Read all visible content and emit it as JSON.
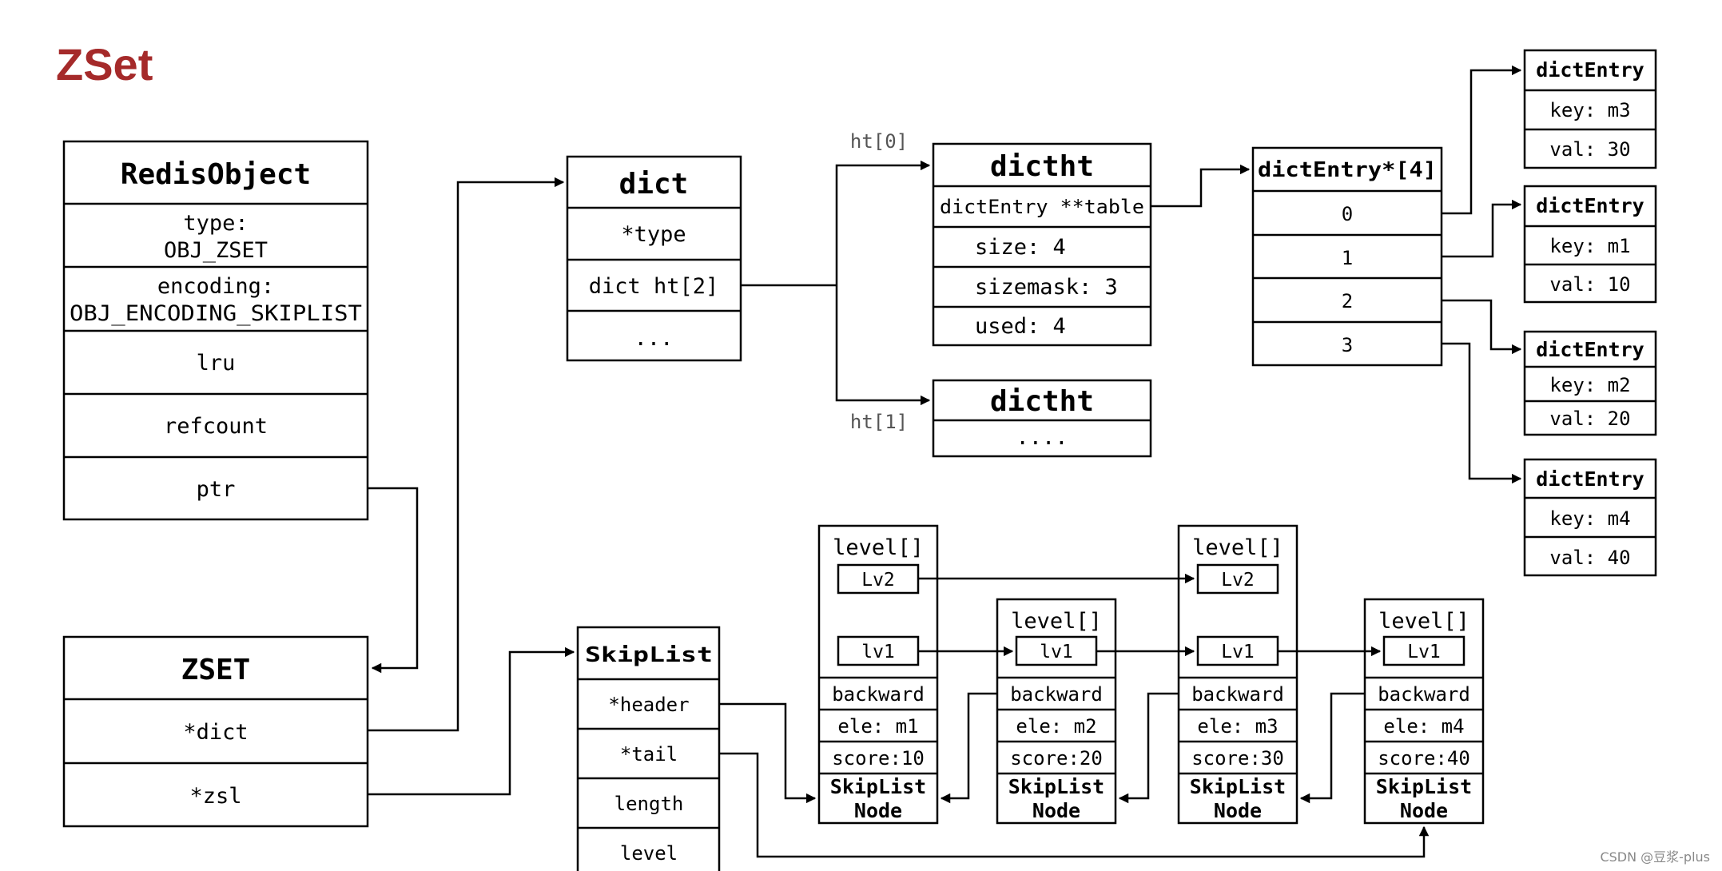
{
  "title": "ZSet",
  "redis_object": {
    "header": "RedisObject",
    "type_label": "type:",
    "type_value": "OBJ_ZSET",
    "encoding_label": "encoding:",
    "encoding_value": "OBJ_ENCODING_SKIPLIST",
    "lru": "lru",
    "refcount": "refcount",
    "ptr": "ptr"
  },
  "zset": {
    "header": "ZSET",
    "dict": "*dict",
    "zsl": "*zsl"
  },
  "dict": {
    "header": "dict",
    "type": "*type",
    "ht": "dict ht[2]",
    "more": "..."
  },
  "ht0_label": "ht[0]",
  "ht1_label": "ht[1]",
  "dictht0": {
    "header": "dictht",
    "table": "dictEntry **table",
    "size": "size: 4",
    "sizemask": "sizemask: 3",
    "used": "used: 4"
  },
  "dictht1": {
    "header": "dictht",
    "more": "...."
  },
  "bucket_array": {
    "header": "dictEntry*[4]",
    "slots": [
      "0",
      "1",
      "2",
      "3"
    ]
  },
  "dict_entries": [
    {
      "header": "dictEntry",
      "key": "key: m3",
      "val": "val: 30"
    },
    {
      "header": "dictEntry",
      "key": "key: m1",
      "val": "val: 10"
    },
    {
      "header": "dictEntry",
      "key": "key: m2",
      "val": "val: 20"
    },
    {
      "header": "dictEntry",
      "key": "key: m4",
      "val": "val: 40"
    }
  ],
  "skiplist": {
    "header": "SkipList",
    "header_ptr": "*header",
    "tail_ptr": "*tail",
    "length": "length",
    "level": "level"
  },
  "skiplist_nodes": [
    {
      "level_label": "level[]",
      "lv2": "Lv2",
      "lv1": "lv1",
      "backward": "backward",
      "ele": "ele: m1",
      "score": "score:10",
      "name_line1": "SkipList",
      "name_line2": "Node"
    },
    {
      "level_label": "level[]",
      "lv1": "lv1",
      "backward": "backward",
      "ele": "ele: m2",
      "score": "score:20",
      "name_line1": "SkipList",
      "name_line2": "Node"
    },
    {
      "level_label": "level[]",
      "lv2": "Lv2",
      "lv1": "Lv1",
      "backward": "backward",
      "ele": "ele: m3",
      "score": "score:30",
      "name_line1": "SkipList",
      "name_line2": "Node"
    },
    {
      "level_label": "level[]",
      "lv1": "Lv1",
      "backward": "backward",
      "ele": "ele: m4",
      "score": "score:40",
      "name_line1": "SkipList",
      "name_line2": "Node"
    }
  ],
  "watermark": "CSDN @豆浆-plus",
  "colors": {
    "title": "#a52a2a",
    "line": "#000000",
    "label": "#555555"
  }
}
